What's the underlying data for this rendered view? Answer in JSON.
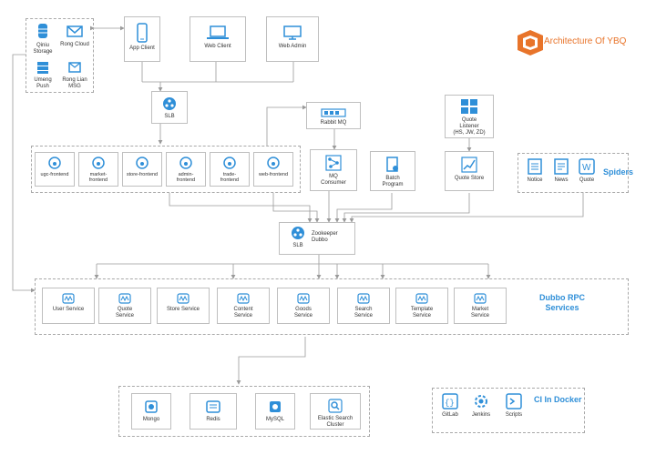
{
  "title": "Architecture Of YBQ",
  "third_party": {
    "items": [
      {
        "label": "Qiniu\nStorage",
        "icon": "storage-icon"
      },
      {
        "label": "Rong Cloud",
        "icon": "mail-icon"
      },
      {
        "label": "Umeng Push",
        "icon": "push-icon"
      },
      {
        "label": "Rong Lian\nMSG",
        "icon": "message-icon"
      }
    ]
  },
  "clients": [
    {
      "label": "App Client",
      "icon": "mobile-icon"
    },
    {
      "label": "Web Client",
      "icon": "laptop-icon"
    },
    {
      "label": "Web Admin",
      "icon": "monitor-icon"
    }
  ],
  "slb_top": {
    "label": "SLB"
  },
  "rabbitmq": {
    "label": "Rabbit MQ"
  },
  "quote_listener": {
    "label": "Quote\nListener\n(HS, JW, ZD)"
  },
  "frontends": [
    {
      "label": "ugc-frontend"
    },
    {
      "label": "market-\nfrontend"
    },
    {
      "label": "store-frontend"
    },
    {
      "label": "admin-\nfrontend"
    },
    {
      "label": "trade-\nfrontend"
    },
    {
      "label": "web-frontend"
    }
  ],
  "mq_consumer": {
    "label": "MQ\nConsumer"
  },
  "batch_program": {
    "label": "Batch\nProgram"
  },
  "quote_store": {
    "label": "Quote Store"
  },
  "spiders": {
    "title": "Spiders",
    "items": [
      {
        "label": "Notice"
      },
      {
        "label": "News"
      },
      {
        "label": "Quote"
      }
    ]
  },
  "gateway": {
    "slb_label": "SLB",
    "zk_label": "Zookeeper\nDubbo"
  },
  "dubbo": {
    "title": "Dubbo RPC\nServices",
    "services": [
      {
        "label": "User Service"
      },
      {
        "label": "Quote\nService"
      },
      {
        "label": "Store Service"
      },
      {
        "label": "Content\nService"
      },
      {
        "label": "Goods\nService"
      },
      {
        "label": "Search\nService"
      },
      {
        "label": "Template\nService"
      },
      {
        "label": "Market\nService"
      }
    ]
  },
  "storage": [
    {
      "label": "Mongo"
    },
    {
      "label": "Redis"
    },
    {
      "label": "MySQL"
    },
    {
      "label": "Elastic Search\nCluster"
    }
  ],
  "ci": {
    "title": "CI In Docker",
    "items": [
      {
        "label": "GitLab"
      },
      {
        "label": "Jenkins"
      },
      {
        "label": "Scripts"
      }
    ]
  },
  "colors": {
    "accent": "#2f8fd8",
    "logo": "#e8742a",
    "line": "#9a9a9a"
  }
}
